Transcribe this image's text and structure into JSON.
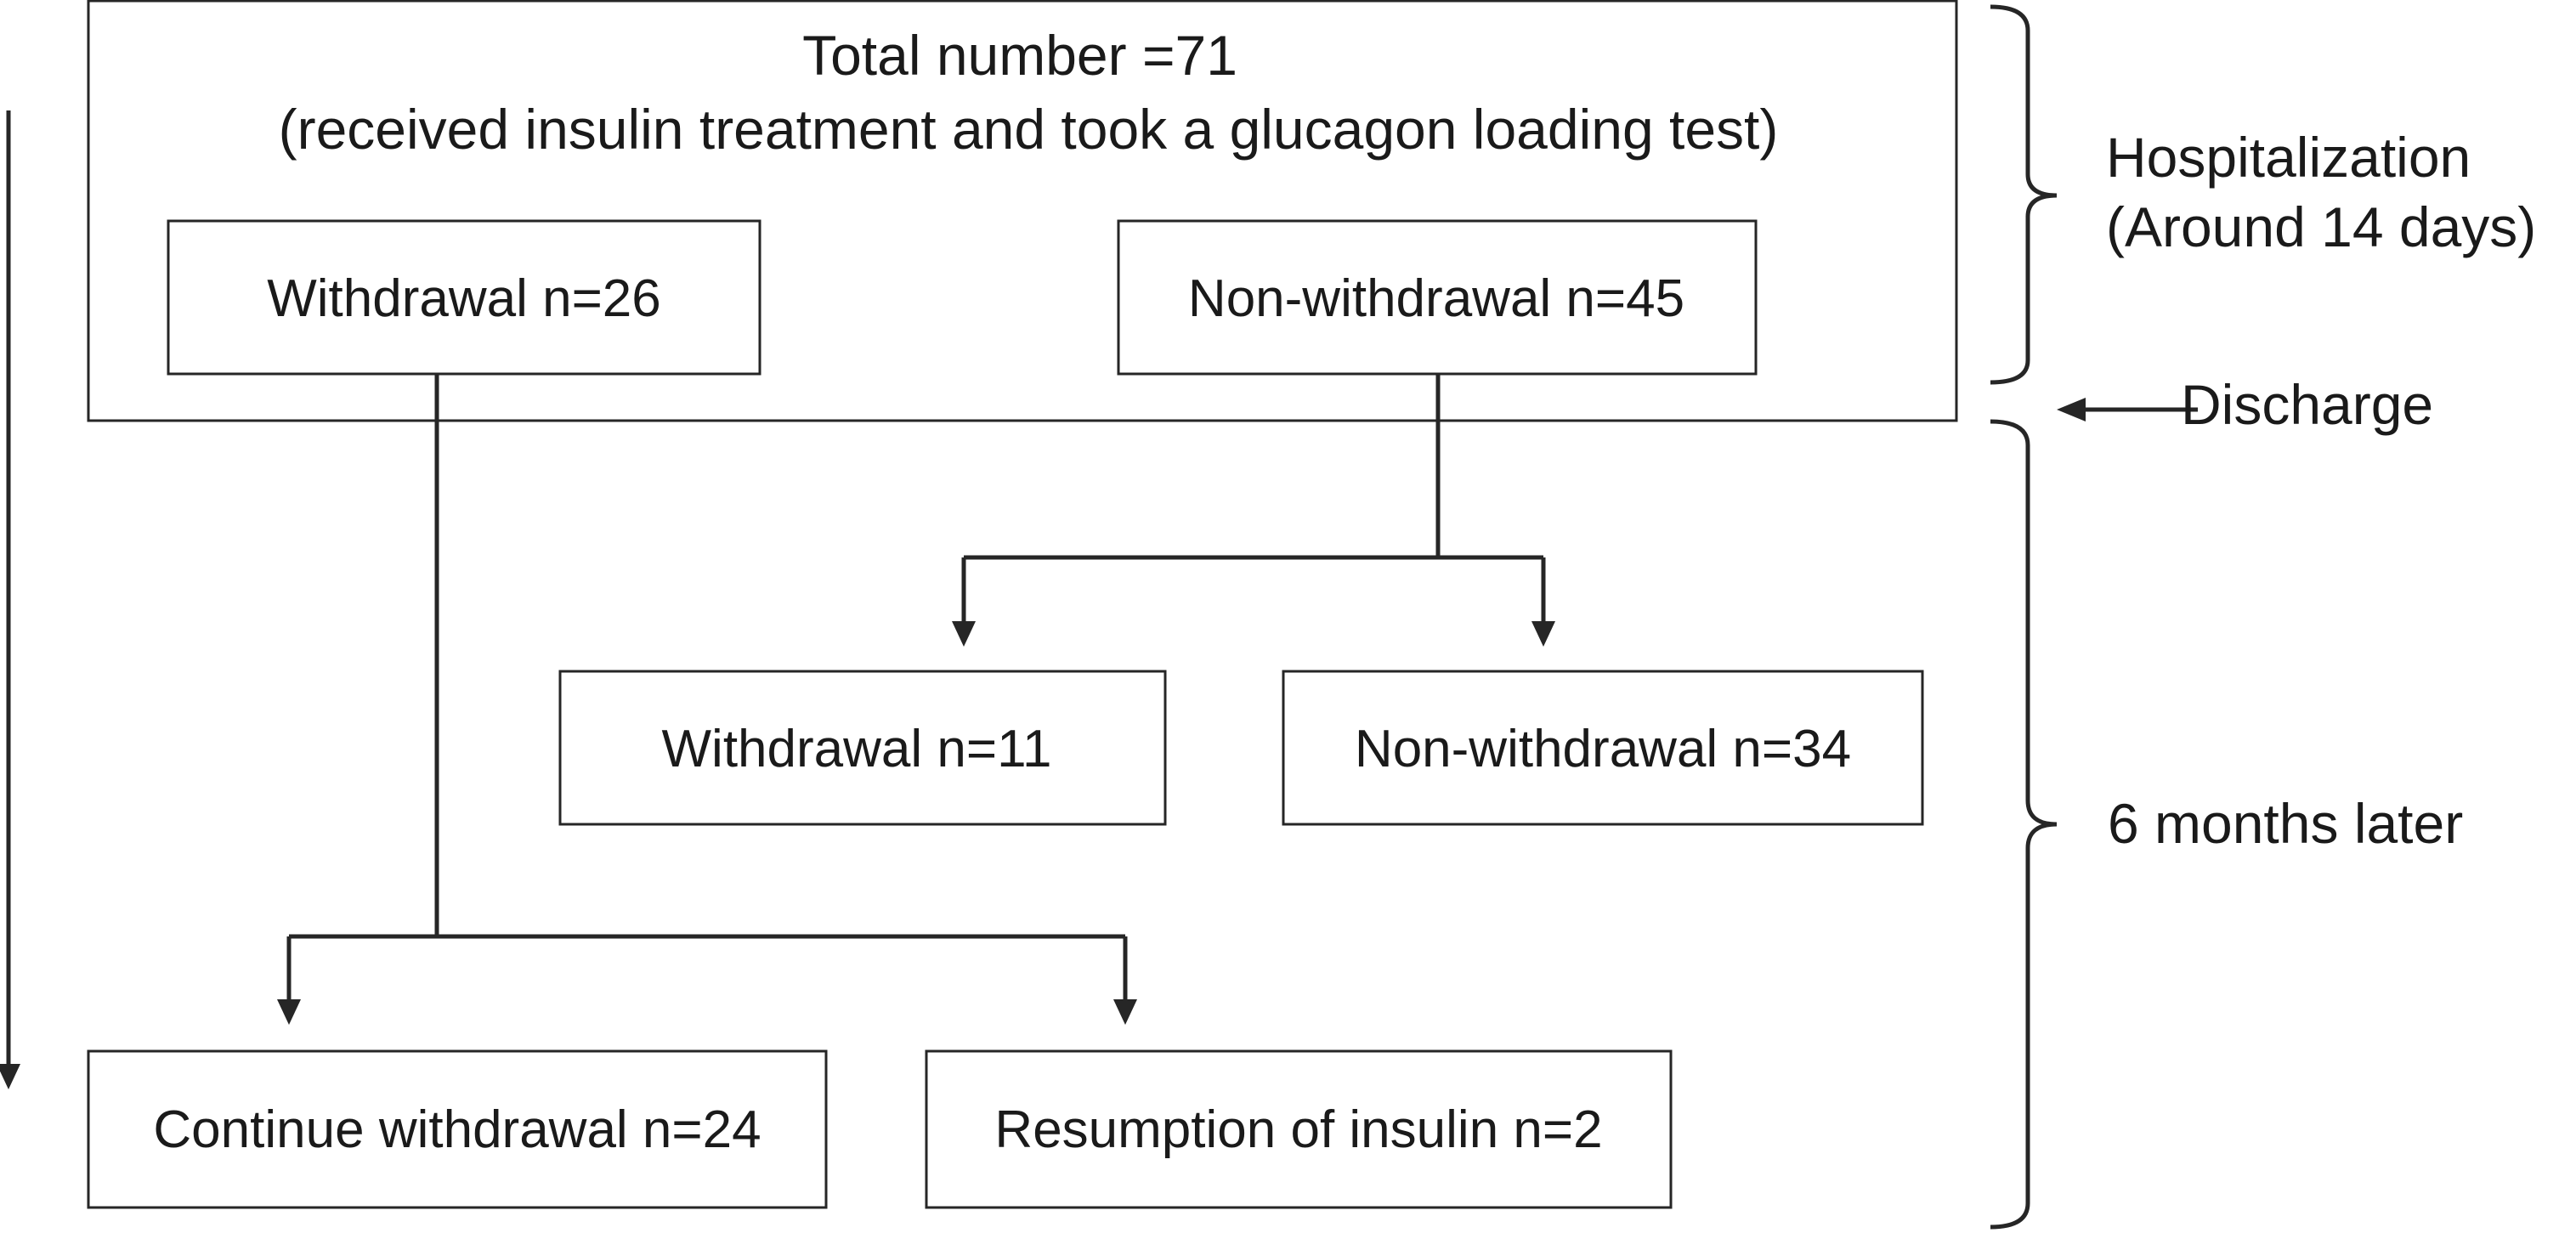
{
  "top_box": {
    "title": "Total number  =71",
    "subtitle": "(received insulin treatment and took a glucagon loading test)"
  },
  "first_stage": {
    "withdrawal": "Withdrawal n=26",
    "non_withdrawal": "Non-withdrawal n=45"
  },
  "second_stage": {
    "withdrawal": "Withdrawal n=11",
    "non_withdrawal": "Non-withdrawal  n=34"
  },
  "third_stage": {
    "continue_withdrawal": "Continue withdrawal  n=24",
    "resumption": "Resumption of insulin n=2"
  },
  "timeline": {
    "hospitalization": "Hospitalization",
    "hospitalization_duration": "(Around  14 days)",
    "discharge": "Discharge",
    "six_months": "6 months  later"
  },
  "colors": {
    "stroke": "#262626",
    "text": "#1a1a1a",
    "background": "#ffffff"
  }
}
